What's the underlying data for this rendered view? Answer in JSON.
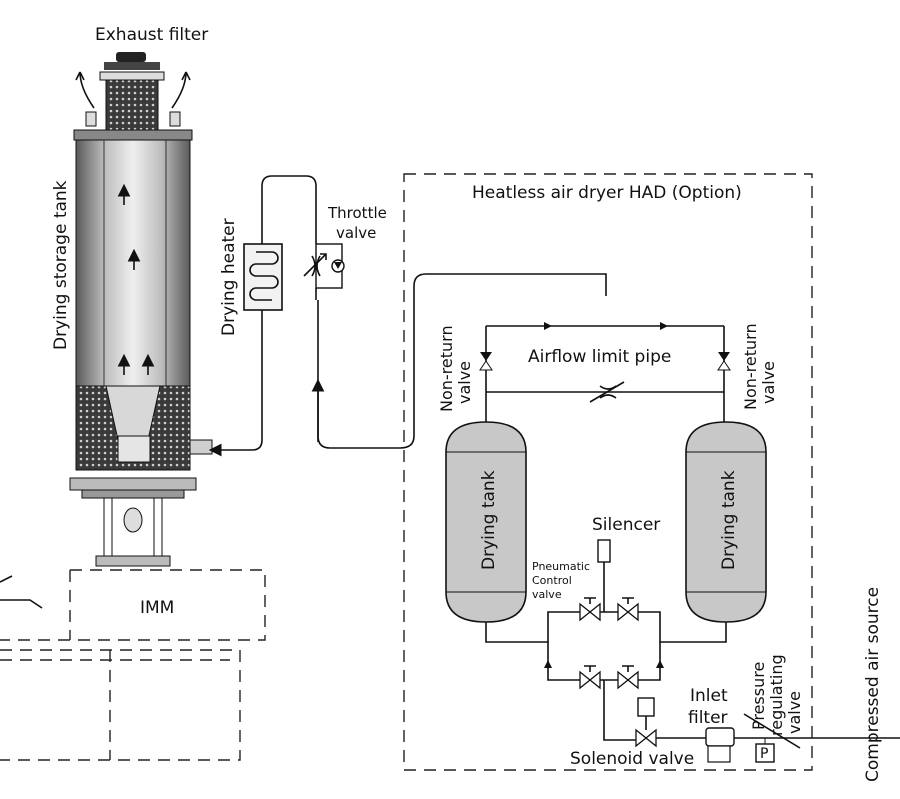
{
  "labels": {
    "exhaust_filter": "Exhaust filter",
    "drying_storage_tank": "Drying storage tank",
    "drying_heater": "Drying heater",
    "throttle_line1": "Throttle",
    "throttle_line2": "valve",
    "had_title": "Heatless air dryer HAD (Option)",
    "airflow_limit_pipe": "Airflow limit pipe",
    "nonreturn_left_1": "Non-return",
    "nonreturn_left_2": "valve",
    "nonreturn_right_1": "Non-return",
    "nonreturn_right_2": "valve",
    "drying_tank_left": "Drying  tank",
    "drying_tank_right": "Drying  tank",
    "silencer": "Silencer",
    "pneumatic_1": "Pneumatic",
    "pneumatic_2": "Control",
    "pneumatic_3": "valve",
    "imm": "IMM",
    "inlet_1": "Inlet",
    "inlet_2": "filter",
    "pressure_1": "Pressure",
    "pressure_2": "regulating",
    "pressure_3": "valve",
    "solenoid_valve": "Solenoid valve",
    "gauge_p": "P",
    "compressed_air_source": "Compressed air source"
  },
  "colors": {
    "line": "#111111",
    "tank_fill": "#c8c8c8",
    "mesh": "#2a2a2a"
  }
}
